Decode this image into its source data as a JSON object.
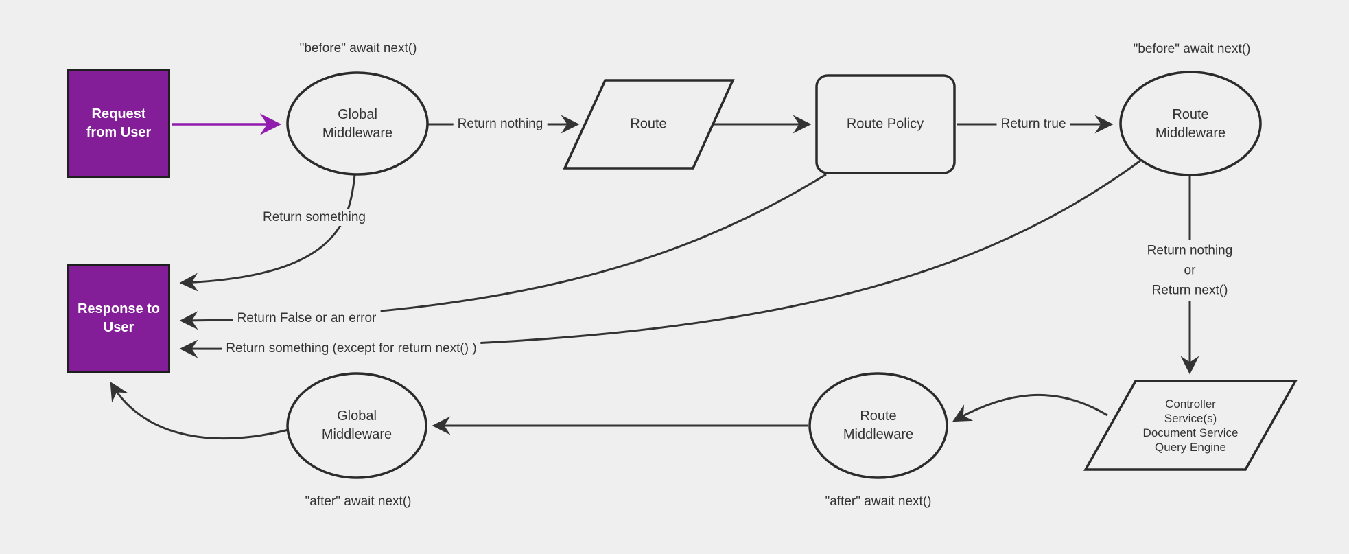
{
  "diagram": {
    "background_color": "#efefef",
    "accent_purple_box": "#831e98",
    "accent_purple_arrow": "#8f1cad",
    "stroke_color": "#2b2b2b",
    "text_color": "#333333"
  },
  "nodes": {
    "request": {
      "label": "Request from User"
    },
    "response": {
      "label": "Response to User"
    },
    "global_middleware_top": {
      "label": "Global Middleware"
    },
    "route": {
      "label": "Route"
    },
    "route_policy": {
      "label": "Route Policy"
    },
    "route_middleware_top": {
      "label": "Route Middleware"
    },
    "controller": {
      "lines": [
        "Controller",
        "Service(s)",
        "Document Service",
        "Query Engine"
      ]
    },
    "route_middleware_bottom": {
      "label": "Route Middleware"
    },
    "global_middleware_bottom": {
      "label": "Global Middleware"
    }
  },
  "edge_labels": {
    "return_nothing": "Return nothing",
    "return_true": "Return true",
    "return_something": "Return something",
    "return_false": "Return False or an error",
    "return_something_except": "Return something (except for return next() )",
    "return_nothing_or_next": [
      "Return nothing",
      "or",
      "Return next()"
    ]
  },
  "annotations": {
    "before_global": "\"before\" await next()",
    "before_route": "\"before\" await next()",
    "after_route": "\"after\" await next()",
    "after_global": "\"after\" await next()"
  }
}
